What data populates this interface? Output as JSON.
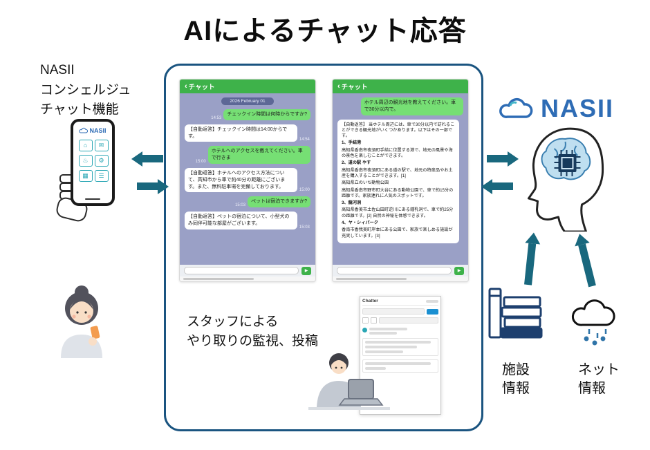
{
  "title": "AIによるチャット応答",
  "colors": {
    "accent_teal": "#19687e",
    "brand_blue": "#2e6cb5",
    "chat_header_green": "#3eb24a",
    "user_bubble_green": "#76df74",
    "chat_background": "#9aa0c6",
    "box_border": "#1a5480"
  },
  "left_panel": {
    "label_lines": [
      "NASII",
      "コンシェルジュ",
      "チャット機能"
    ],
    "phone_brand": "NASII"
  },
  "phone_icons": [
    "⌂",
    "✉",
    "♨",
    "⚙",
    "▦",
    "☰"
  ],
  "chat1": {
    "back": "‹",
    "header": "チャット",
    "date": "2026 February 01",
    "messages": [
      {
        "text": "チェックイン時間は何時からですか?",
        "time": "14:53"
      },
      {
        "text": "【自動返答】チェックイン時間は14:00からです。",
        "time": "14:54"
      },
      {
        "text": "ホテルへのアクセスを教えてください。車で行きま",
        "time": "15:00"
      },
      {
        "text": "【自動返答】ホテルへのアクセス方法について、高知市から車で約40分の距離にございます。また、無料駐車場を完備しております。",
        "time": "15:00"
      },
      {
        "text": "ペットは宿泊できますか?",
        "time": "15:03"
      },
      {
        "text": "【自動返答】ペットの宿泊について、小型犬のみ同伴可能な部屋がございます。",
        "time": "15:03"
      }
    ],
    "send_icon": "▶"
  },
  "chat2": {
    "back": "‹",
    "header": "チャット",
    "question": "ホテル周辺の観光地を教えてください。車で30分以内で。",
    "reply_lines": [
      "【自動返答】 当ホテル周辺には、車で30分以内で訪れることができる観光地がいくつかあります。以下はその一部です。",
      "1、手結港",
      "高知県香南市夜須町手結に位置する港で、地元の風景や海の景色を楽しむことができます。",
      "2、道の駅 やす",
      "高知県香南市夜須町にある道の駅で、地元の特産品やお土産を購入することができます。[1]",
      "高知県立のいち動物公園",
      "高知県香南市野市町大谷にある動物公園で、車で約15分の距離です。家族連れに人気のスポットです。",
      "3、龍河洞",
      "高知県香美市土佐山田町逆川にある鍾乳洞で、車で約25分の距離です。[2] 自然の神秘を体感できます。",
      "4、ヤ・シィパーク",
      "香南市香我美町岸本にある公園で、家族で楽しめる施設が充実しています。[3]"
    ],
    "send_icon": "▶"
  },
  "staff_note_lines": [
    "スタッフによる",
    "やり取りの監視、投稿"
  ],
  "admin_window": {
    "app_title": "Chatter"
  },
  "brand": {
    "wordmark": "NASII"
  },
  "sources": {
    "facility_label_lines": [
      "施設",
      "情報"
    ],
    "internet_label_lines": [
      "ネット",
      "情報"
    ]
  }
}
